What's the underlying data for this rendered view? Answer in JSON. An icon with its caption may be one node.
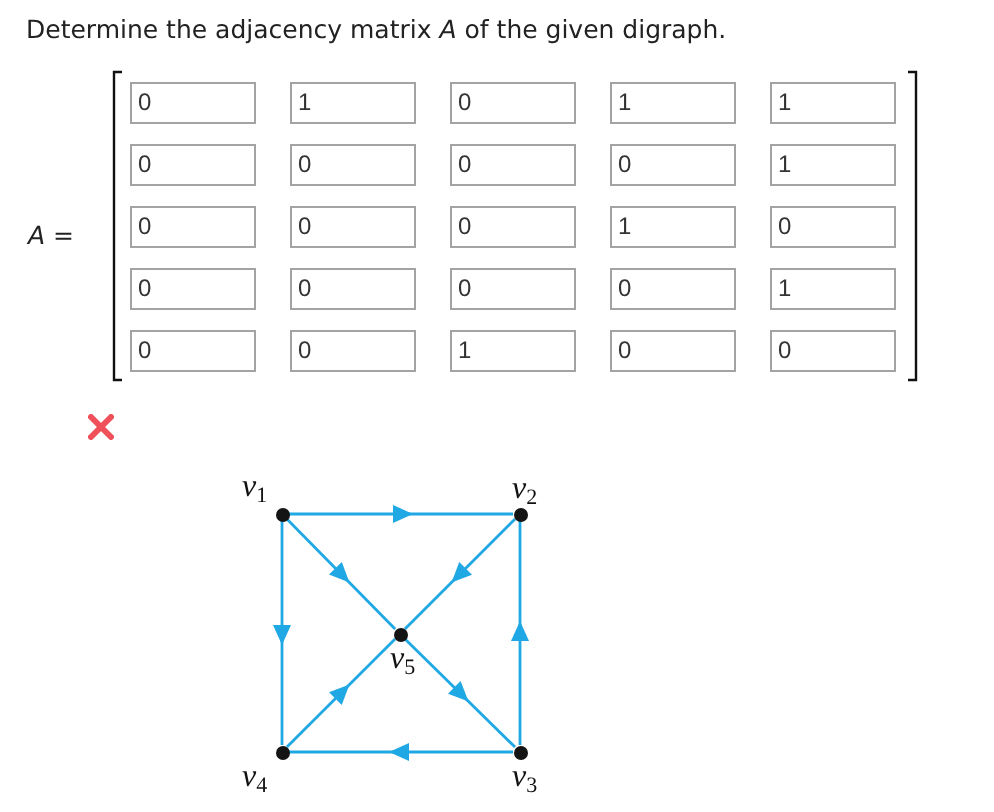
{
  "diagram": {
    "title": "Determine the adjacency matrix *A* of the given digraph.",
    "nodes": [
      {
        "text": [],
        "shape": "circle",
        "beside": [
          "v$_{1}$"
        ]
      },
      {
        "text": [],
        "shape": "circle",
        "beside": [
          "v$_{2}$"
        ]
      },
      {
        "text": [],
        "shape": "circle",
        "beside": [
          "v$_{5}$"
        ]
      },
      {
        "text": [],
        "shape": "circle",
        "beside": [
          "v$_{4}$"
        ]
      },
      {
        "text": [],
        "shape": "circle",
        "beside": [
          "v$_{3}$"
        ]
      }
    ],
    "edges": [
      {
        "from": 0,
        "to": 1,
        "arrow": "to"
      },
      {
        "from": 0,
        "to": 2,
        "arrow": "to"
      },
      {
        "from": 0,
        "to": 3,
        "arrow": "to"
      },
      {
        "from": 1,
        "to": 2,
        "arrow": "to"
      },
      {
        "from": 4,
        "to": 1,
        "arrow": "to"
      },
      {
        "from": 2,
        "to": 4,
        "arrow": "to"
      },
      {
        "from": 4,
        "to": 3,
        "arrow": "to"
      },
      {
        "from": 3,
        "to": 2,
        "arrow": "to"
      }
    ],
    "labels": [
      "*A* =",
      "0",
      "1",
      "0",
      "1",
      "1",
      "0",
      "0",
      "0",
      "0",
      "1",
      "0",
      "0",
      "0",
      "1",
      "0",
      "0",
      "0",
      "0",
      "0",
      "1",
      "0",
      "0",
      "1",
      "0",
      "0"
    ]
  }
}
